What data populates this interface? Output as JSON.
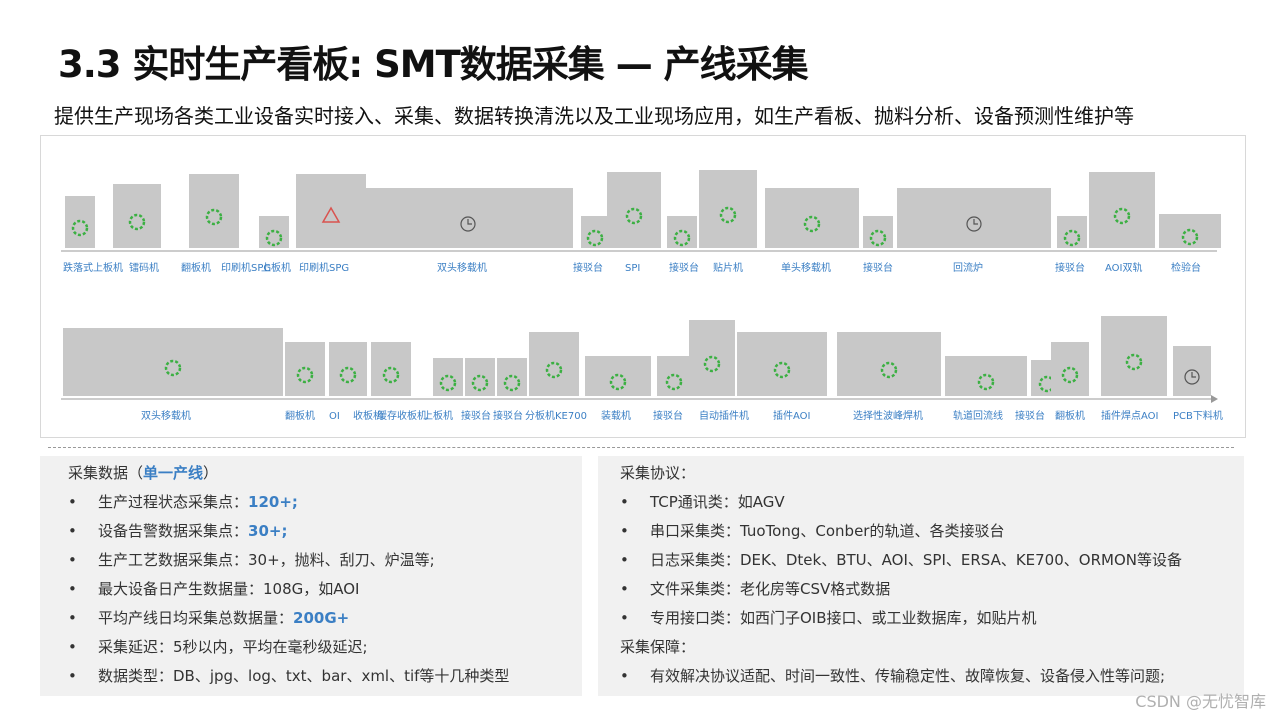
{
  "title": "3.3 实时生产看板: SMT数据采集 — 产线采集",
  "subtitle": "提供生产现场各类工业设备实时接入、采集、数据转换清洗以及工业现场应用，如生产看板、抛料分析、设备预测性维护等",
  "diagram": {
    "row1_labels": [
      "跌落式上板机",
      "镭码机",
      "翻板机",
      "印刷机SPG",
      "上板机",
      "印刷机SPG",
      "双头移载机",
      "接驳台",
      "SPI",
      "接驳台",
      "贴片机",
      "单头移载机",
      "接驳台",
      "回流炉",
      "接驳台",
      "AOI双轨",
      "检验台"
    ],
    "row2_labels": [
      "双头移载机",
      "翻板机",
      "OI",
      "收板机",
      "缓存",
      "收板机",
      "上板机",
      "接驳台",
      "接驳台",
      "分板机",
      "KE700",
      "装载机",
      "接驳台",
      "自动插件机",
      "插件AOI",
      "选择性波峰焊机",
      "轨道回流线",
      "接驳台",
      "翻板机",
      "插件焊点AOI",
      "PCB下料机"
    ]
  },
  "left_panel": {
    "title_prefix": "采集数据（",
    "title_highlight": "单一产线",
    "title_suffix": "）",
    "bullet": "•",
    "items": [
      {
        "text": "生产过程状态采集点：",
        "highlight": "120+;"
      },
      {
        "text": "设备告警数据采集点：",
        "highlight": "30+;"
      },
      {
        "text": "生产工艺数据采集点：30+，抛料、刮刀、炉温等;",
        "highlight": ""
      },
      {
        "text": "最大设备日产生数据量：108G，如AOI",
        "highlight": ""
      },
      {
        "text": "平均产线日均采集总数据量：",
        "highlight": "200G+"
      },
      {
        "text": "采集延迟：5秒以内，平均在毫秒级延迟;",
        "highlight": ""
      },
      {
        "text": "数据类型：DB、jpg、log、txt、bar、xml、tif等十几种类型",
        "highlight": ""
      }
    ]
  },
  "right_panel": {
    "title": "采集协议：",
    "items": [
      "TCP通讯类：如AGV",
      "串口采集类：TuoTong、Conber的轨道、各类接驳台",
      "日志采集类：DEK、Dtek、BTU、AOI、SPI、ERSA、KE700、ORMON等设备",
      "文件采集类：老化房等CSV格式数据",
      "专用接口类：如西门子OIB接口、或工业数据库，如贴片机"
    ],
    "guarantee_title": "采集保障：",
    "guarantee_items": [
      "有效解决协议适配、时间一致性、传输稳定性、故障恢复、设备侵入性等问题;"
    ]
  },
  "watermark": "CSDN @无忧智库",
  "colors": {
    "accent": "#3b7fc4",
    "machine": "#c8c8c8",
    "indicator": "#3cb043"
  }
}
